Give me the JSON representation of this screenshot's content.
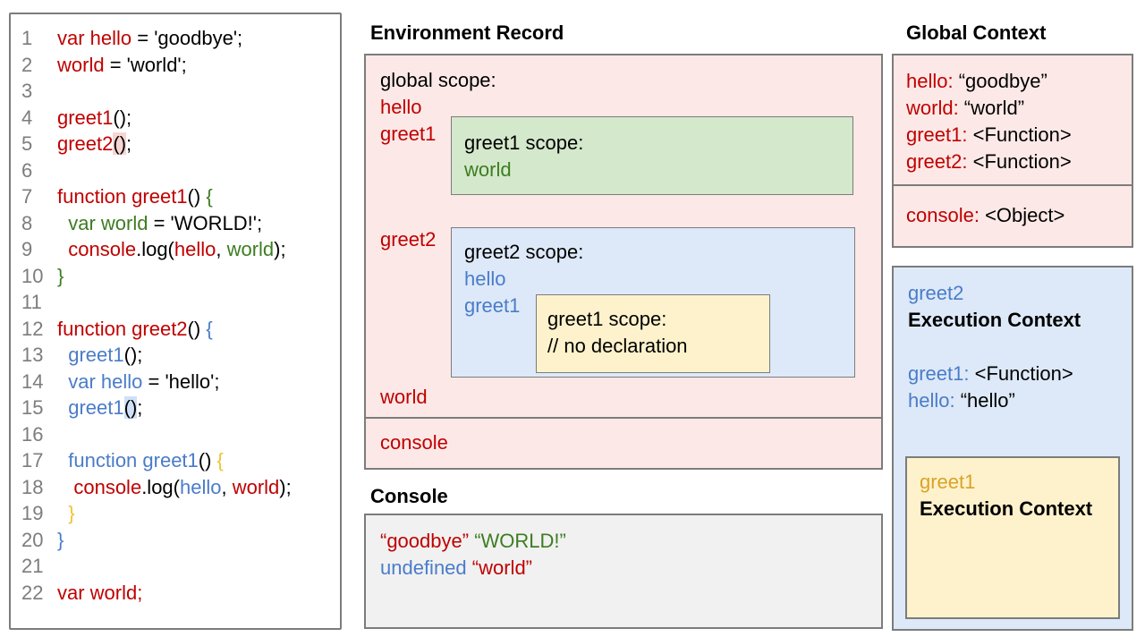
{
  "headings": {
    "environment_record": "Environment Record",
    "console": "Console",
    "global_context": "Global Context"
  },
  "colors": {
    "red_text": "#c00000",
    "green_text": "#3d7d21",
    "blue_text": "#4a7cc9",
    "gold_text": "#d9a326",
    "brace_yellow": "#f1c232",
    "pink_fill": "#fce9e7",
    "green_fill": "#d4e8cb",
    "blue_fill": "#dde9f8",
    "yellow_fill": "#fdf2cc",
    "console_fill": "#f1f1f1",
    "border_gray": "#7c7c7c",
    "line_number_gray": "#7d7d7d",
    "paren_highlight_pink": "#f6d5d2",
    "paren_highlight_blue": "#cfe0f7"
  },
  "code": {
    "lines": [
      {
        "num": "1",
        "tokens": [
          {
            "t": "var hello",
            "c": "r"
          },
          {
            "t": " = 'goodbye';",
            "c": "k"
          }
        ]
      },
      {
        "num": "2",
        "tokens": [
          {
            "t": "world",
            "c": "r"
          },
          {
            "t": " = 'world';",
            "c": "k"
          }
        ]
      },
      {
        "num": "3",
        "tokens": []
      },
      {
        "num": "4",
        "tokens": [
          {
            "t": "greet1",
            "c": "r"
          },
          {
            "t": "();",
            "c": "k"
          }
        ]
      },
      {
        "num": "5",
        "tokens": [
          {
            "t": "greet2",
            "c": "r"
          },
          {
            "t": "()",
            "c": "k",
            "hl": "pink"
          },
          {
            "t": ";",
            "c": "k"
          }
        ]
      },
      {
        "num": "6",
        "tokens": []
      },
      {
        "num": "7",
        "tokens": [
          {
            "t": "function greet1",
            "c": "r"
          },
          {
            "t": "() ",
            "c": "k"
          },
          {
            "t": "{",
            "c": "g"
          }
        ]
      },
      {
        "num": "8",
        "tokens": [
          {
            "t": "  ",
            "c": "k"
          },
          {
            "t": "var world",
            "c": "g"
          },
          {
            "t": " = 'WORLD!';",
            "c": "k"
          }
        ]
      },
      {
        "num": "9",
        "tokens": [
          {
            "t": "  ",
            "c": "k"
          },
          {
            "t": "console",
            "c": "r"
          },
          {
            "t": ".log(",
            "c": "k"
          },
          {
            "t": "hello",
            "c": "r"
          },
          {
            "t": ", ",
            "c": "k"
          },
          {
            "t": "world",
            "c": "g"
          },
          {
            "t": ");",
            "c": "k"
          }
        ]
      },
      {
        "num": "10",
        "tokens": [
          {
            "t": "}",
            "c": "g"
          }
        ]
      },
      {
        "num": "11",
        "tokens": []
      },
      {
        "num": "12",
        "tokens": [
          {
            "t": "function greet2",
            "c": "r"
          },
          {
            "t": "() ",
            "c": "k"
          },
          {
            "t": "{",
            "c": "b"
          }
        ]
      },
      {
        "num": "13",
        "tokens": [
          {
            "t": "  ",
            "c": "k"
          },
          {
            "t": "greet1",
            "c": "b"
          },
          {
            "t": "();",
            "c": "k"
          }
        ]
      },
      {
        "num": "14",
        "tokens": [
          {
            "t": "  ",
            "c": "k"
          },
          {
            "t": "var hello",
            "c": "b"
          },
          {
            "t": " = 'hello';",
            "c": "k"
          }
        ]
      },
      {
        "num": "15",
        "tokens": [
          {
            "t": "  ",
            "c": "k"
          },
          {
            "t": "greet1",
            "c": "b"
          },
          {
            "t": "()",
            "c": "k",
            "hl": "blue"
          },
          {
            "t": ";",
            "c": "k"
          }
        ]
      },
      {
        "num": "16",
        "tokens": []
      },
      {
        "num": "17",
        "tokens": [
          {
            "t": "  ",
            "c": "k"
          },
          {
            "t": "function greet1",
            "c": "b"
          },
          {
            "t": "() ",
            "c": "k"
          },
          {
            "t": "{",
            "c": "y"
          }
        ]
      },
      {
        "num": "18",
        "tokens": [
          {
            "t": "   ",
            "c": "k"
          },
          {
            "t": "console",
            "c": "r"
          },
          {
            "t": ".log(",
            "c": "k"
          },
          {
            "t": "hello",
            "c": "b"
          },
          {
            "t": ", ",
            "c": "k"
          },
          {
            "t": "world",
            "c": "r"
          },
          {
            "t": ");",
            "c": "k"
          }
        ]
      },
      {
        "num": "19",
        "tokens": [
          {
            "t": "  ",
            "c": "k"
          },
          {
            "t": "}",
            "c": "y"
          }
        ]
      },
      {
        "num": "20",
        "tokens": [
          {
            "t": "}",
            "c": "b"
          }
        ]
      },
      {
        "num": "21",
        "tokens": []
      },
      {
        "num": "22",
        "tokens": [
          {
            "t": "var world;",
            "c": "r"
          }
        ]
      }
    ]
  },
  "environment_record": {
    "global_scope_title": "global scope:",
    "var_hello": "hello",
    "var_greet1": "greet1",
    "var_greet2": "greet2",
    "var_world": "world",
    "var_console": "console",
    "greet1_scope": {
      "title": "greet1 scope:",
      "var_world": "world"
    },
    "greet2_scope": {
      "title": "greet2 scope:",
      "var_hello": "hello",
      "var_greet1": "greet1",
      "inner_greet1_scope": {
        "title": "greet1 scope:",
        "comment": "// no declaration"
      }
    }
  },
  "console_output": {
    "line1": [
      {
        "t": "“goodbye”",
        "c": "r"
      },
      {
        "t": " ",
        "c": "k"
      },
      {
        "t": "“WORLD!”",
        "c": "g"
      }
    ],
    "line2": [
      {
        "t": "undefined",
        "c": "b"
      },
      {
        "t": " ",
        "c": "k"
      },
      {
        "t": "“world”",
        "c": "r"
      }
    ]
  },
  "global_context": {
    "rows": [
      [
        {
          "t": "hello:",
          "c": "r"
        },
        {
          "t": " “goodbye”",
          "c": "k"
        }
      ],
      [
        {
          "t": "world:",
          "c": "r"
        },
        {
          "t": " “world”",
          "c": "k"
        }
      ],
      [
        {
          "t": "greet1:",
          "c": "r"
        },
        {
          "t": " <Function>",
          "c": "k"
        }
      ],
      [
        {
          "t": "greet2:",
          "c": "r"
        },
        {
          "t": " <Function>",
          "c": "k"
        }
      ]
    ],
    "console_row": [
      {
        "t": "console:",
        "c": "r"
      },
      {
        "t": " <Object>",
        "c": "k"
      }
    ]
  },
  "greet2_context": {
    "name": "greet2",
    "title": "Execution Context",
    "rows": [
      [
        {
          "t": "greet1:",
          "c": "b"
        },
        {
          "t": " <Function>",
          "c": "k"
        }
      ],
      [
        {
          "t": "hello:",
          "c": "b"
        },
        {
          "t": " “hello”",
          "c": "k"
        }
      ]
    ],
    "inner": {
      "name": "greet1",
      "title": "Execution Context"
    }
  }
}
